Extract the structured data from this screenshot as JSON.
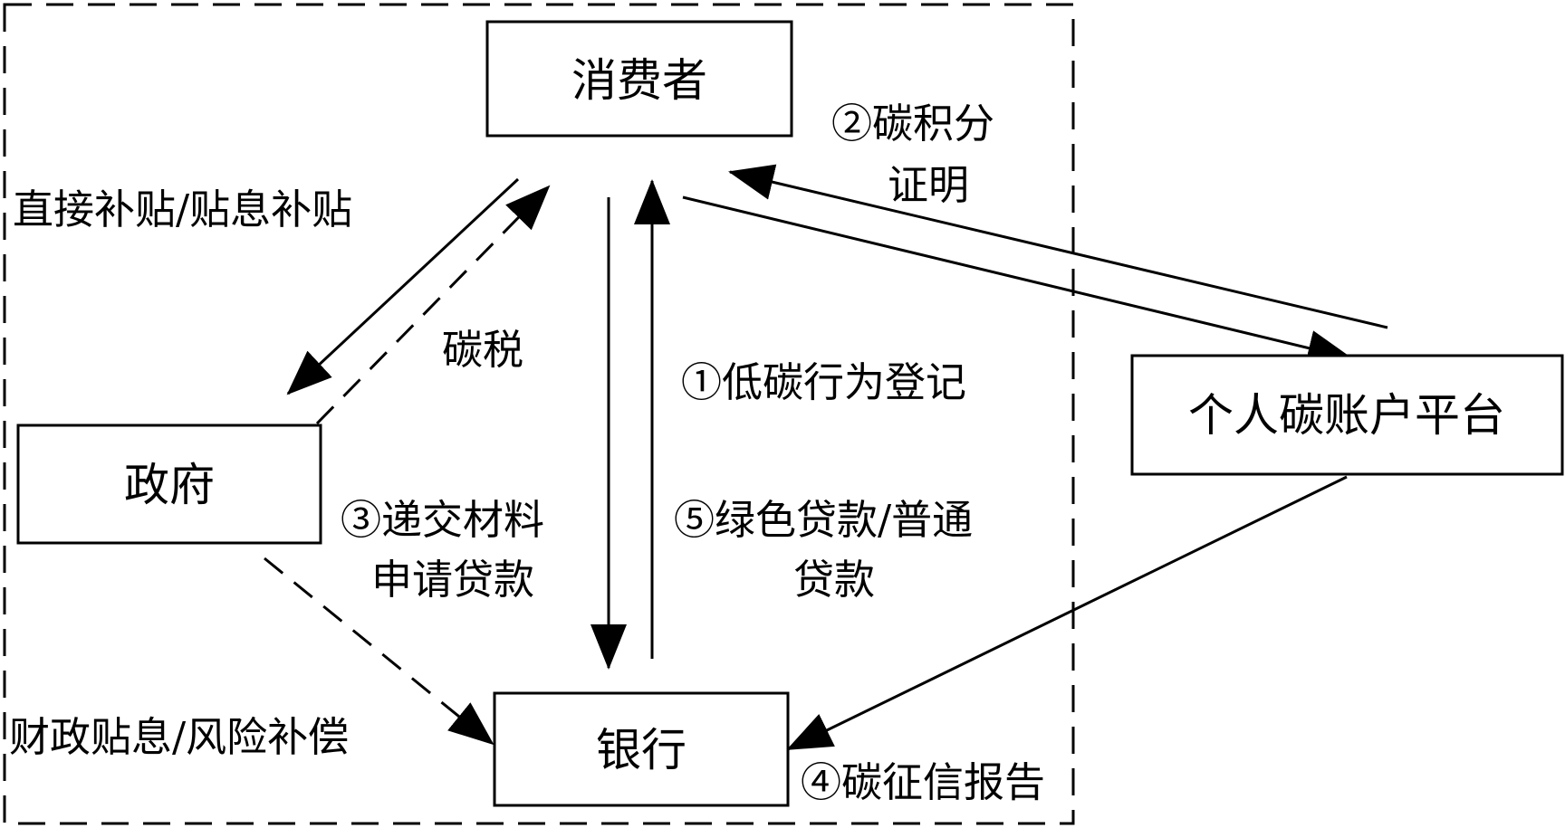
{
  "diagram": {
    "nodes": {
      "consumer": "消费者",
      "government": "政府",
      "bank": "银行",
      "platform": "个人碳账户平台"
    },
    "labels": {
      "direct_subsidy": "直接补贴/贴息补贴",
      "carbon_tax": "碳税",
      "step1": "①低碳行为登记",
      "step2_line1": "②碳积分",
      "step2_line2": "证明",
      "step3_line1": "③递交材料",
      "step3_line2": "申请贷款",
      "step4": "④碳征信报告",
      "step5_line1": "⑤绿色贷款/普通",
      "step5_line2": "贷款",
      "fiscal": "财政贴息/风险补偿"
    },
    "edges": [
      {
        "from": "consumer",
        "to": "government",
        "style": "solid"
      },
      {
        "from": "government",
        "to": "consumer",
        "style": "dashed"
      },
      {
        "from": "government",
        "to": "bank",
        "style": "dashed"
      },
      {
        "from": "consumer",
        "to": "bank",
        "style": "solid"
      },
      {
        "from": "bank",
        "to": "consumer",
        "style": "solid"
      },
      {
        "from": "consumer",
        "to": "platform",
        "style": "solid"
      },
      {
        "from": "platform",
        "to": "consumer",
        "style": "solid"
      },
      {
        "from": "platform",
        "to": "bank",
        "style": "solid"
      }
    ]
  }
}
